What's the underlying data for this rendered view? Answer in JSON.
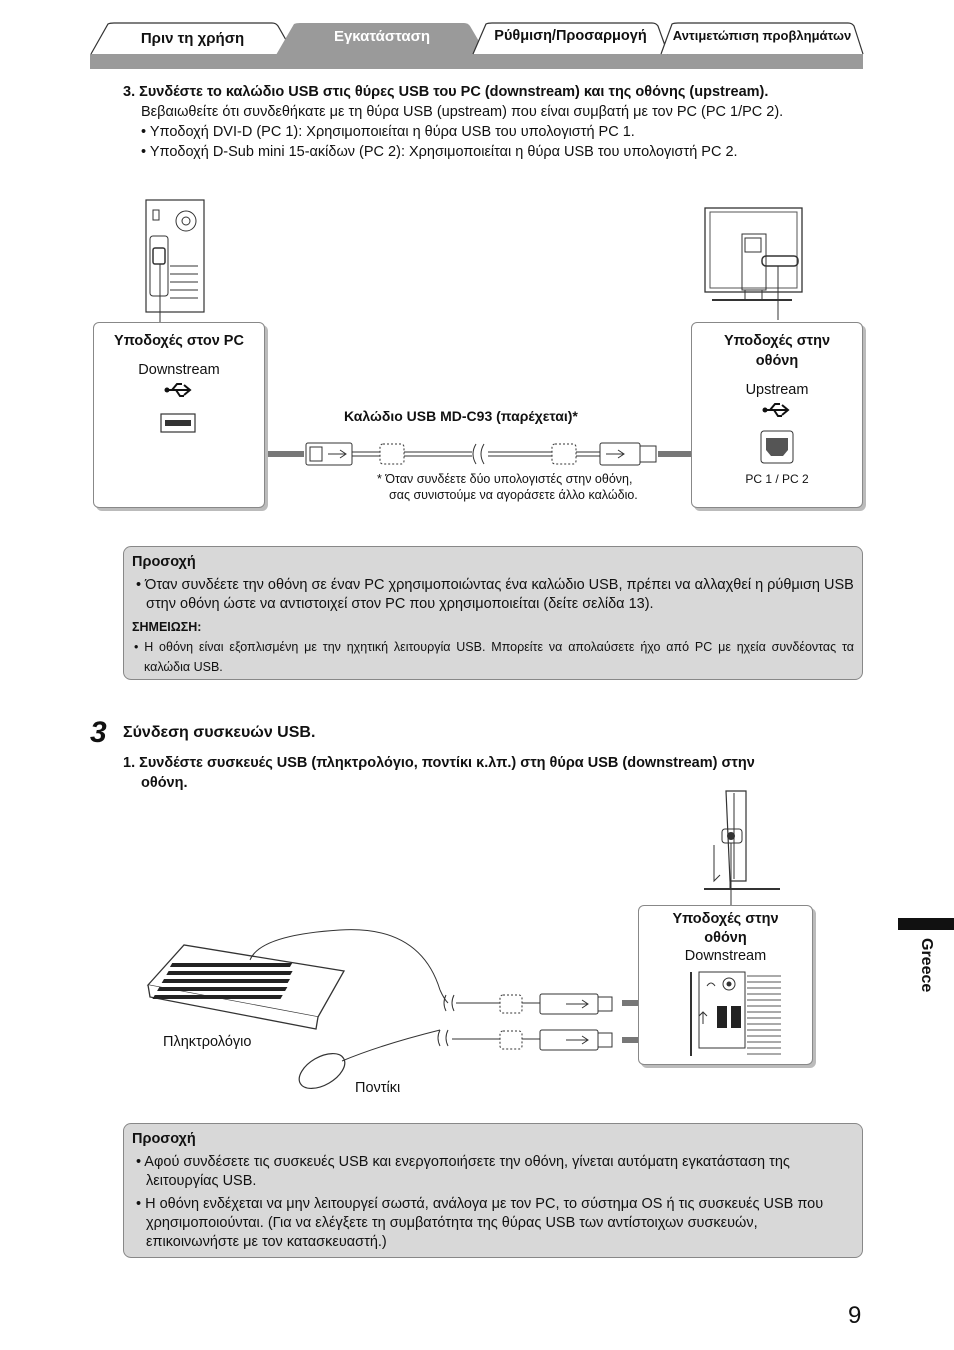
{
  "tabs": [
    {
      "label": "Πριν τη χρήση"
    },
    {
      "label": "Εγκατάσταση"
    },
    {
      "label": "Ρύθμιση/Προσαρμογή"
    },
    {
      "label": "Αντιμετώπιση προβλημάτων"
    }
  ],
  "step3": {
    "title": "3. Συνδέστε το καλώδιο USB στις θύρες USB του PC (downstream) και της οθόνης (upstream).",
    "line1": "Βεβαιωθείτε ότι συνδεθήκατε με τη θύρα USB (upstream) που είναι συμβατή με τον PC (PC 1/PC 2).",
    "bullet1": "• Υποδοχή DVI-D (PC 1): Χρησιμοποιείται η θύρα USB του υπολογιστή PC 1.",
    "bullet2": "• Υποδοχή D-Sub mini 15-ακίδων (PC 2): Χρησιμοποιείται η θύρα USB του υπολογιστή PC 2."
  },
  "diagram1": {
    "pc_box_title": "Υποδοχές στον PC",
    "pc_port_label": "Downstream",
    "monitor_box_title": "Υποδοχές στην οθόνη",
    "monitor_port_label": "Upstream",
    "monitor_pc_label": "PC 1 / PC 2",
    "cable_label": "Καλώδιο USB MD-C93 (παρέχεται)*",
    "footnote1": "* Όταν συνδέετε δύο υπολογιστές στην οθόνη,",
    "footnote2": "σας συνιστούμε να αγοράσετε άλλο καλώδιο."
  },
  "caution1": {
    "heading": "Προσοχή",
    "item1": "• Όταν συνδέετε την οθόνη σε έναν PC χρησιμοποιώντας ένα καλώδιο USB, πρέπει να αλλαχθεί η ρύθμιση USB στην οθόνη ώστε να αντιστοιχεί στον PC που χρησιμοποιείται (δείτε σελίδα 13).",
    "note_heading": "ΣΗΜΕΙΩΣΗ:",
    "note_item": "• Η οθόνη είναι εξοπλισμένη με την ηχητική λειτουργία USB. Μπορείτε να απολαύσετε ήχο από PC με ηχεία συνδέοντας τα καλώδια USB."
  },
  "section3": {
    "number": "3",
    "title": "Σύνδεση συσκευών USB.",
    "step1_a": "1. Συνδέστε συσκευές USB (πληκτρολόγιο, ποντίκι κ.λπ.) στη θύρα USB (downstream) στην",
    "step1_b": "οθόνη."
  },
  "diagram2": {
    "monitor_box_title": "Υποδοχές στην οθόνη",
    "port_label": "Downstream",
    "keyboard_label": "Πληκτρολόγιο",
    "mouse_label": "Ποντίκι"
  },
  "caution2": {
    "heading": "Προσοχή",
    "item1": "• Αφού συνδέσετε τις συσκευές USB και ενεργοποιήσετε την οθόνη, γίνεται αυτόματη εγκατάσταση της λειτουργίας USB.",
    "item2": "• Η οθόνη ενδέχεται να μην λειτουργεί σωστά, ανάλογα με τον PC, το σύστημα OS ή τις συσκευές USB που χρησιμοποιούνται. (Για να ελέγξετε τη συμβατότητα της θύρας USB των αντίστοιχων συσκευών, επικοινωνήστε με τον κατασκευαστή.)"
  },
  "side_label": "Greece",
  "page_number": "9"
}
